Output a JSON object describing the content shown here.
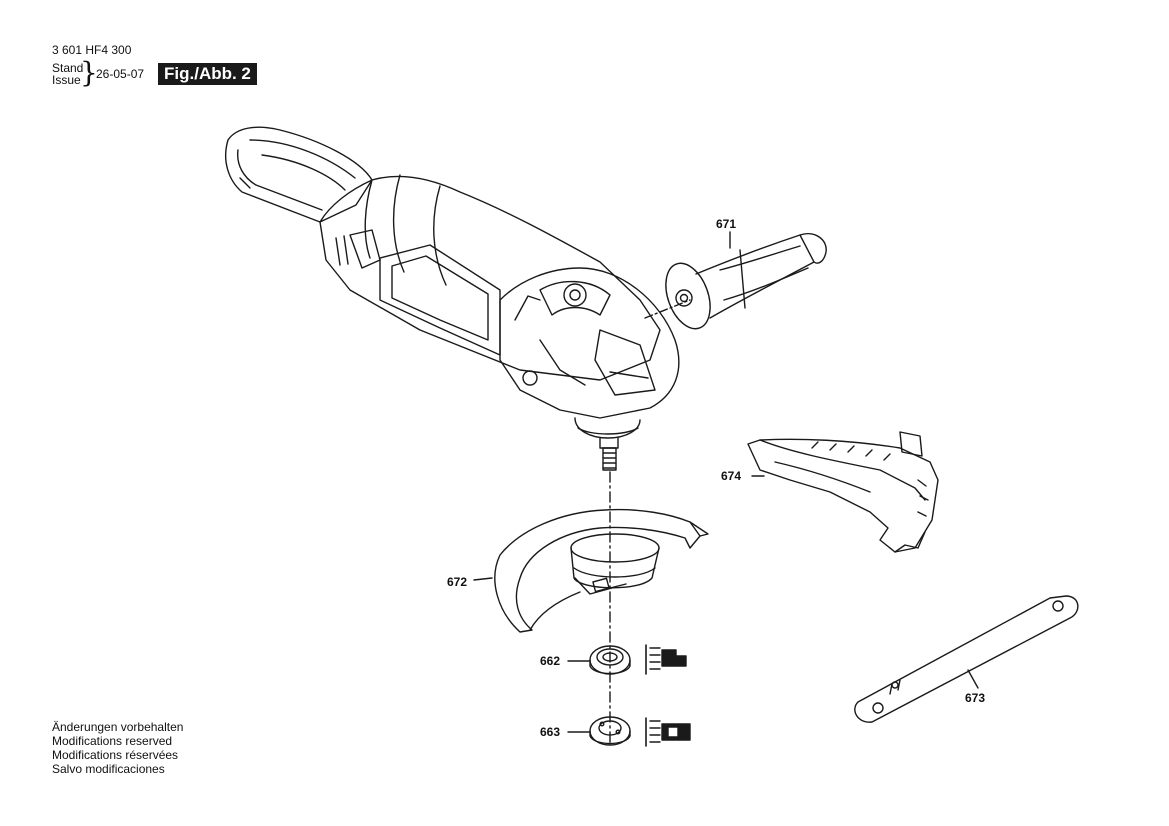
{
  "header": {
    "doc_number": "3 601 HF4 300",
    "stand_label": "Stand",
    "issue_label": "Issue",
    "issue_date": "26-05-07",
    "figure_label": "Fig./Abb. 2"
  },
  "parts": {
    "p671": "671",
    "p674": "674",
    "p672": "672",
    "p662": "662",
    "p663": "663",
    "p673": "673"
  },
  "notes": [
    "Änderungen vorbehalten",
    "Modifications reserved",
    "Modifications réservées",
    "Salvo modificaciones"
  ]
}
